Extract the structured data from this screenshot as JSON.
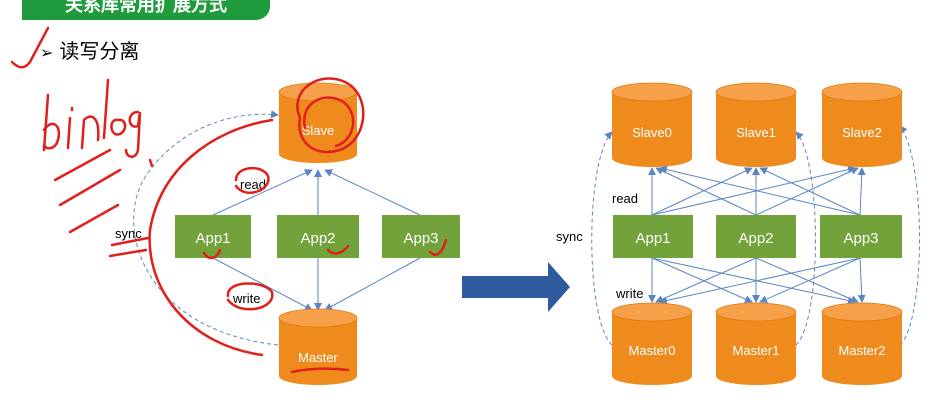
{
  "banner": {
    "title": "关系库常用扩展方式"
  },
  "bullet": {
    "text": "读写分离"
  },
  "annotation": {
    "handwriting": "binlog"
  },
  "left": {
    "slave": "Slave",
    "apps": [
      "App1",
      "App2",
      "App3"
    ],
    "master": "Master",
    "read": "read",
    "write": "write",
    "sync": "sync"
  },
  "right": {
    "slaves": [
      "Slave0",
      "Slave1",
      "Slave2"
    ],
    "apps": [
      "App1",
      "App2",
      "App3"
    ],
    "masters": [
      "Master0",
      "Master1",
      "Master2"
    ],
    "read": "read",
    "write": "write",
    "sync": "sync"
  },
  "colors": {
    "cylinder": "#ef8a1c",
    "cylinder_top": "#f6a14a",
    "app_box": "#72a33a",
    "banner": "#1f9a3c",
    "edge": "#5b86c5",
    "arrow": "#2d5b9e",
    "ink": "#e0201c"
  }
}
